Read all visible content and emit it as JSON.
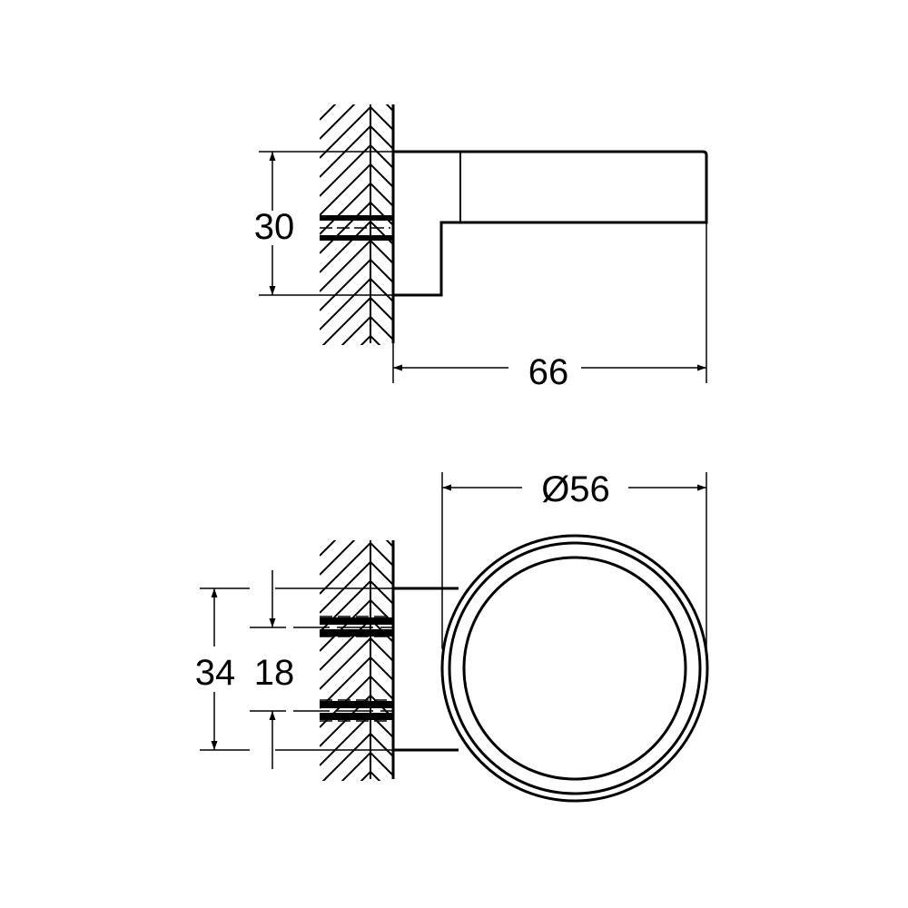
{
  "side_view": {
    "height_label": "30",
    "depth_label": "66"
  },
  "front_view": {
    "diameter_label": "Ø56",
    "outer_spacing_label": "34",
    "inner_spacing_label": "18"
  },
  "colors": {
    "line": "#000000",
    "background": "#ffffff"
  }
}
